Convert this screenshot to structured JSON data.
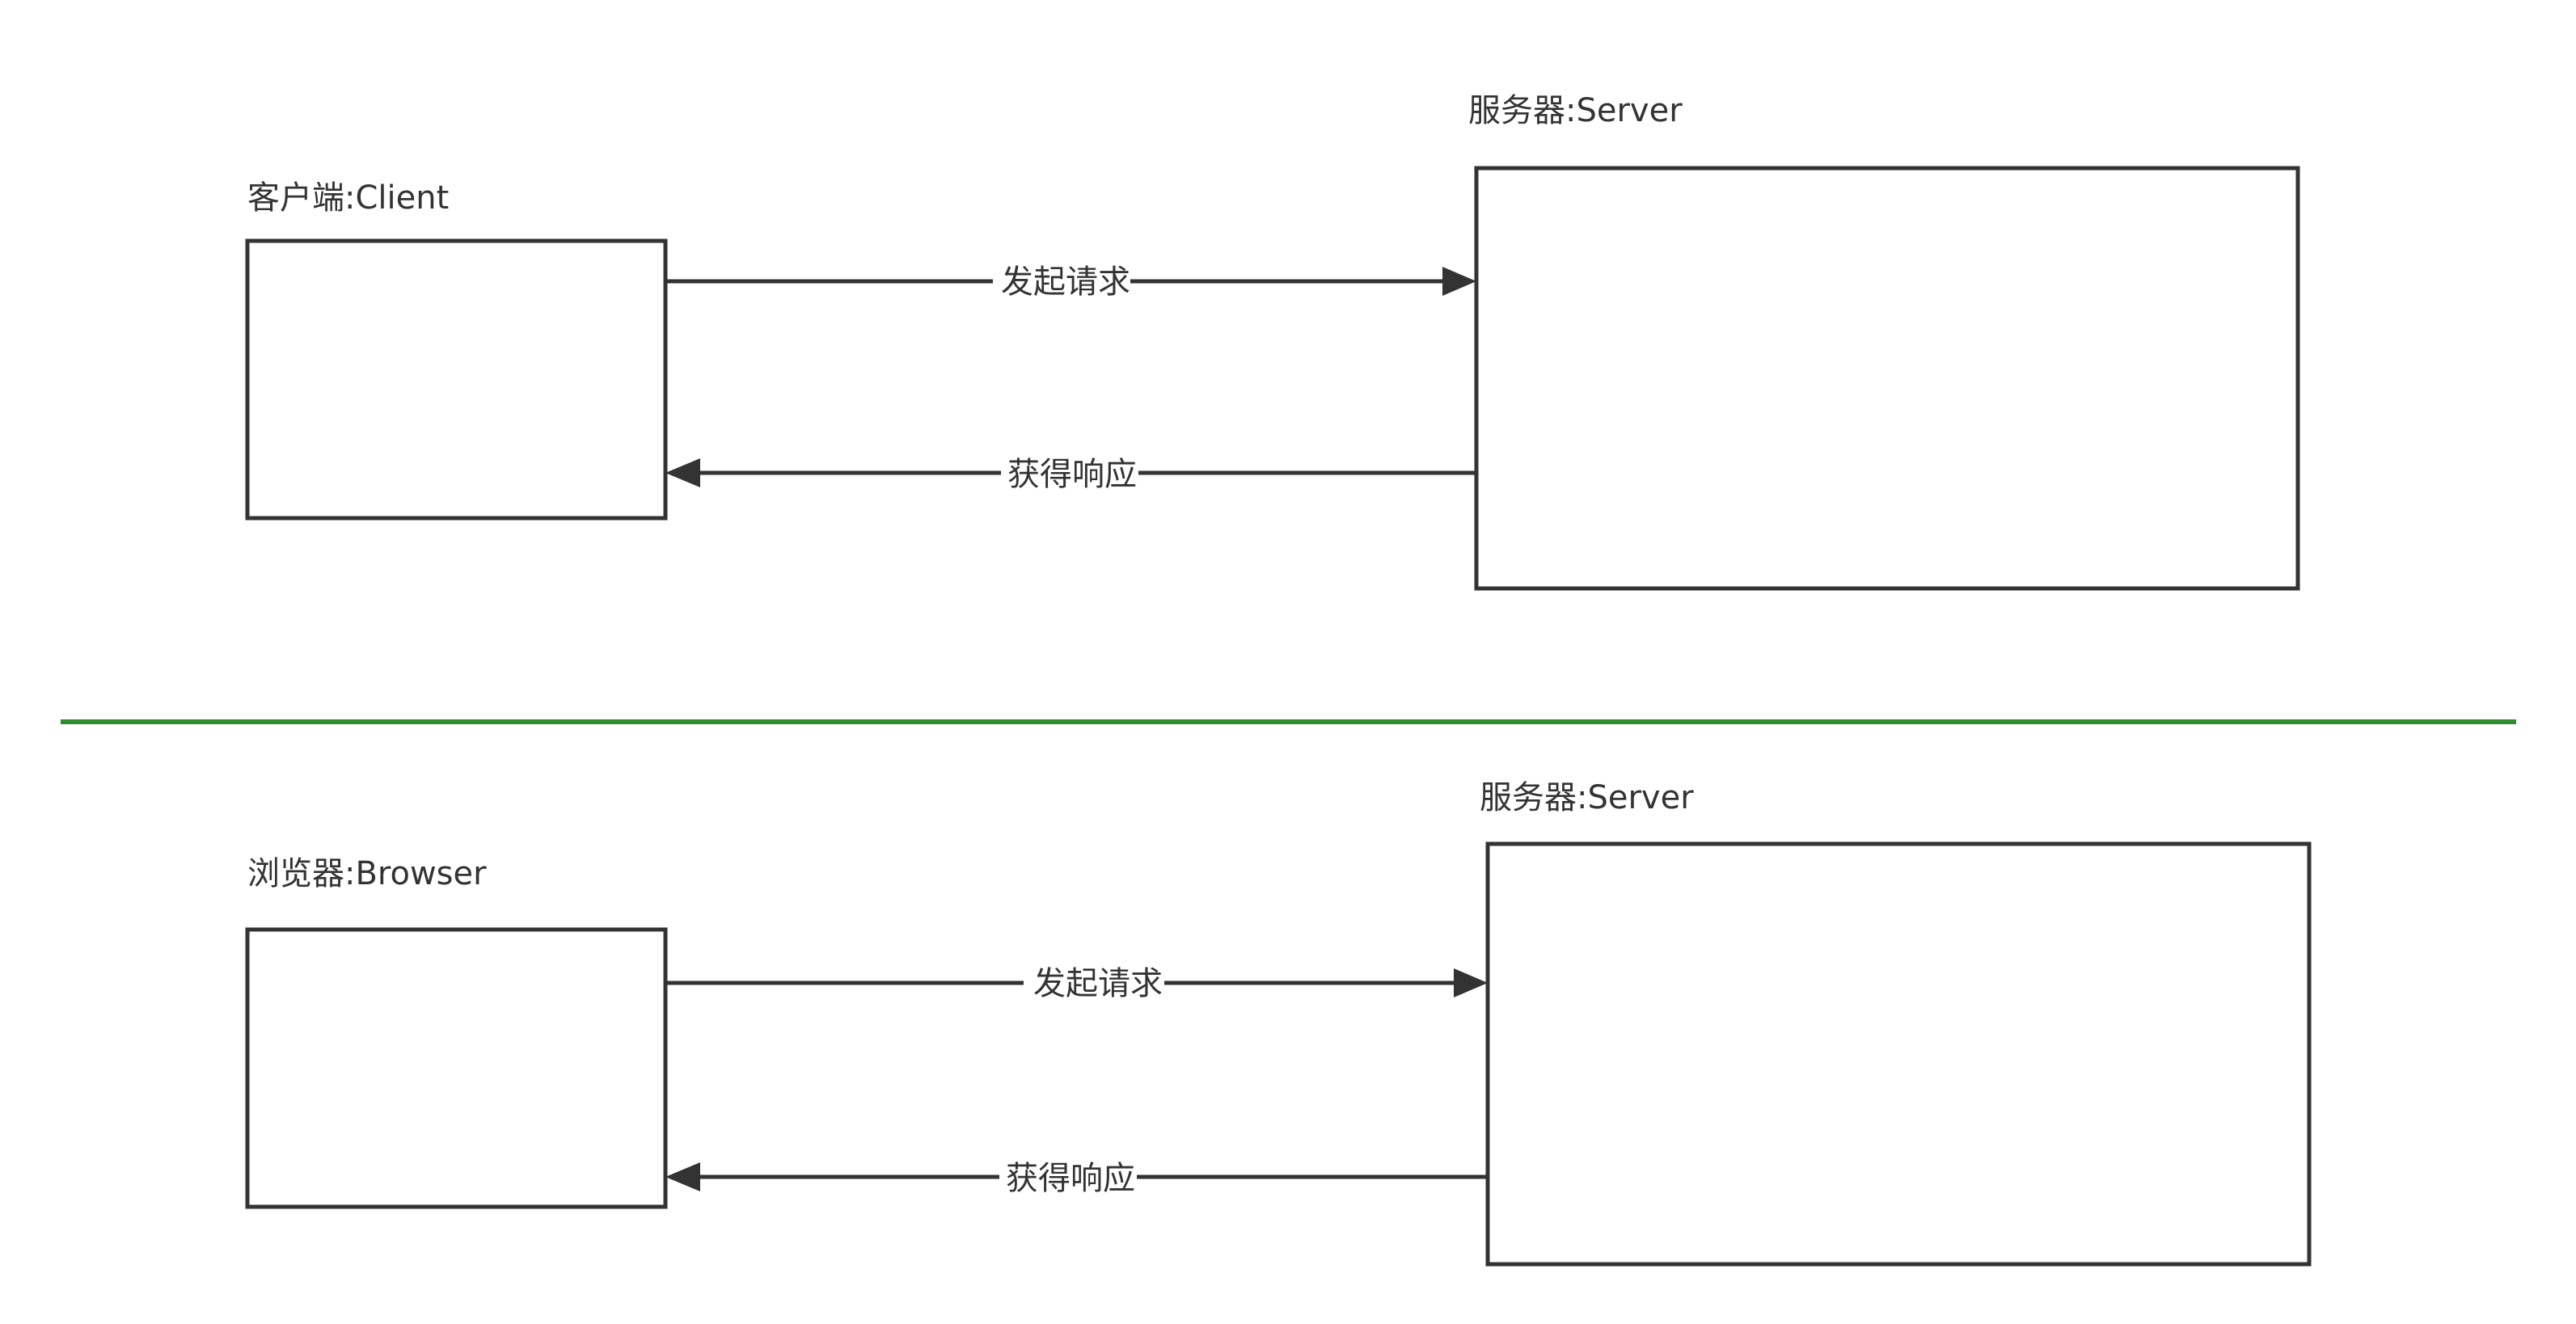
{
  "section_top": {
    "client_label": "客户端:Client",
    "server_label": "服务器:Server",
    "request_label": "发起请求",
    "response_label": "获得响应"
  },
  "section_bottom": {
    "client_label": "浏览器:Browser",
    "server_label": "服务器:Server",
    "request_label": "发起请求",
    "response_label": "获得响应"
  },
  "colors": {
    "stroke": "#333333",
    "divider": "#2e8b2e",
    "text": "#333333"
  }
}
